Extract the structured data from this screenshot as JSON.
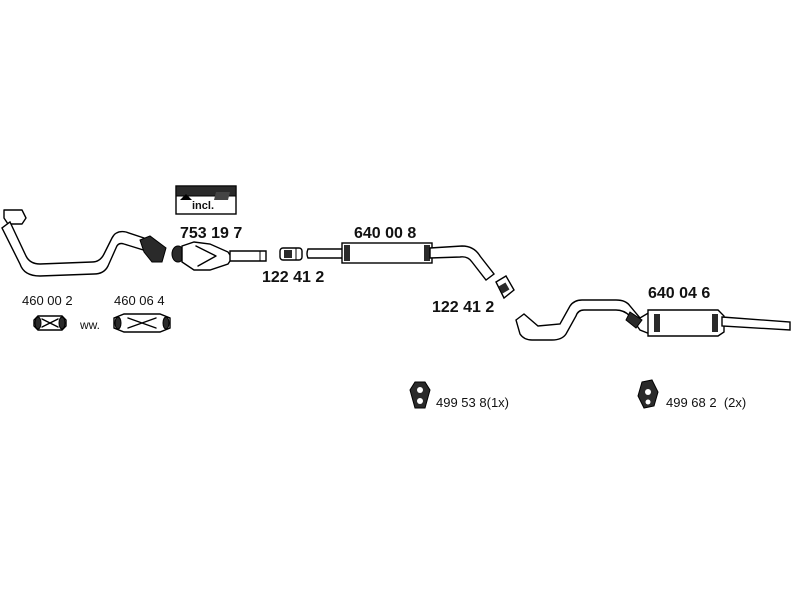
{
  "parts": {
    "catalyst": "753 19 7",
    "catalyst_kit": "incl.",
    "clamp_upper": "122 41 2",
    "middle_muffler": "640 00 8",
    "clamp_lower": "122 41 2",
    "rear_muffler": "640 04 6",
    "gasket_a": "460 00 2",
    "gasket_b": "460 06 4",
    "gasket_alt": "ww.",
    "hanger_a": "499 53 8",
    "hanger_a_qty": "(1x)",
    "hanger_b": "499 68 2",
    "hanger_b_qty": "(2x)"
  }
}
